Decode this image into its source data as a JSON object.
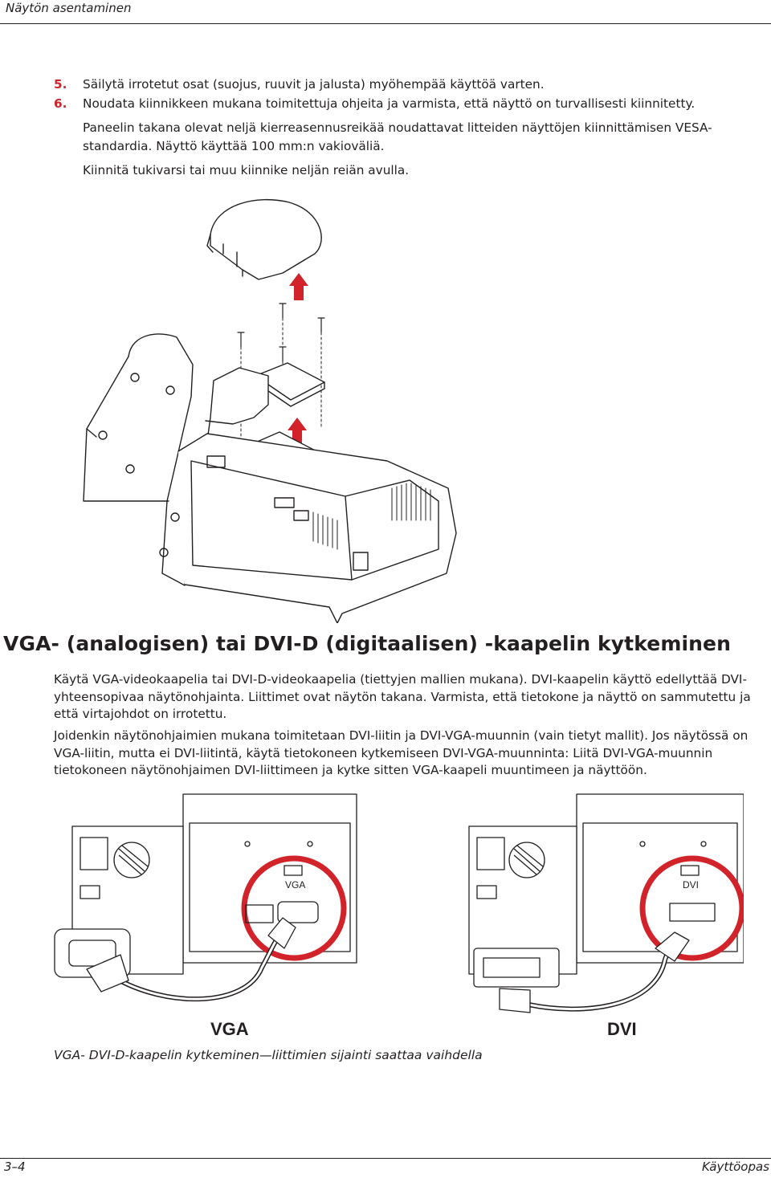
{
  "header": {
    "running_title": "Näytön asentaminen"
  },
  "steps": [
    {
      "number": "5.",
      "paragraphs": [
        "Säilytä irrotetut osat (suojus, ruuvit ja jalusta) myöhempää käyttöä varten."
      ]
    },
    {
      "number": "6.",
      "paragraphs": [
        "Noudata kiinnikkeen mukana toimitettuja ohjeita ja varmista, että näyttö on turvallisesti kiinnitetty.",
        "Paneelin takana olevat neljä kierreasennusreikää noudattavat litteiden näyttöjen kiinnittämisen VESA-standardia. Näyttö käyttää 100 mm:n vakioväliä.",
        "Kiinnitä tukivarsi tai muu kiinnike neljän reiän avulla."
      ]
    }
  ],
  "section": {
    "heading": "VGA- (analogisen) tai DVI-D (digitaalisen) -kaapelin kytkeminen",
    "paragraphs": [
      "Käytä VGA-videokaapelia tai DVI-D-videokaapelia (tiettyjen mallien mukana). DVI-kaapelin käyttö edellyttää DVI-yhteensopivaa näytönohjainta. Liittimet ovat näytön takana. Varmista, että tietokone ja näyttö on sammutettu ja että virtajohdot on irrotettu.",
      "Joidenkin näytönohjaimien mukana toimitetaan DVI-liitin ja DVI-VGA-muunnin (vain tietyt mallit). Jos näytössä on VGA-liitin, mutta ei DVI-liitintä, käytä tietokoneen kytkemiseen DVI-VGA-muunninta: Liitä DVI-VGA-muunnin tietokoneen näytönohjaimen DVI-liittimeen ja kytke sitten VGA-kaapeli muuntimeen ja näyttöön."
    ]
  },
  "figure2": {
    "left_port_label": "VGA",
    "right_port_label": "DVI",
    "left_big_label": "VGA",
    "right_big_label": "DVI"
  },
  "caption": "VGA- DVI-D-kaapelin kytkeminen—liittimien sijainti saattaa vaihdella",
  "footer": {
    "page_number": "3–4",
    "book_title": "Käyttöopas"
  },
  "colors": {
    "accent": "#d2232a",
    "text": "#231f20"
  }
}
